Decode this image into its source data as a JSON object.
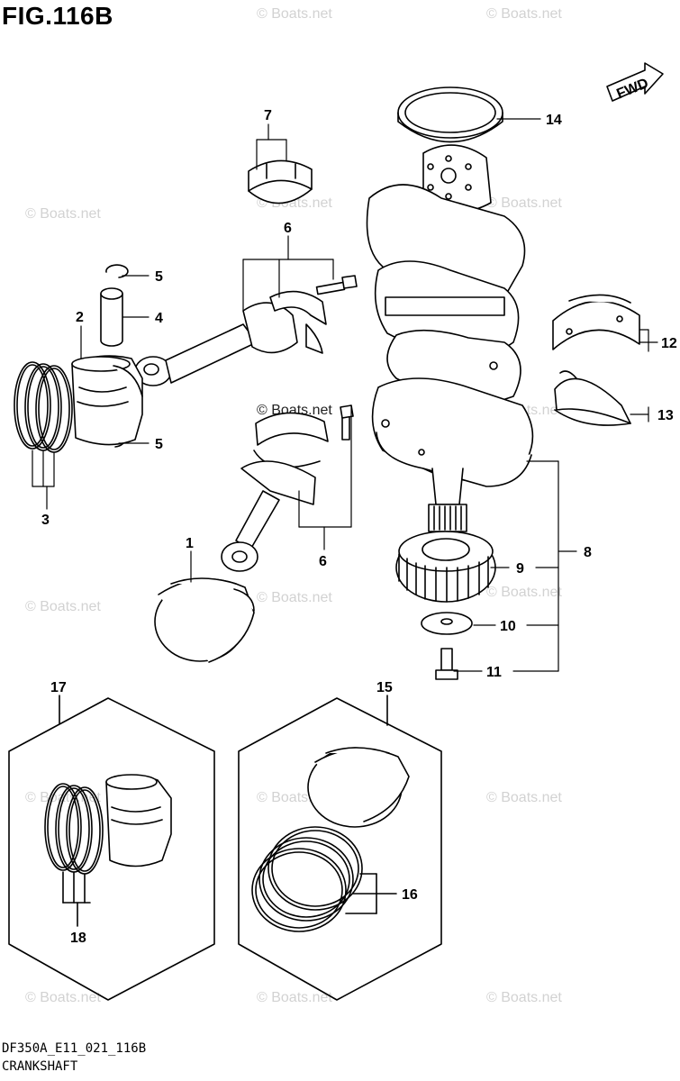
{
  "figure": {
    "title": "FIG.116B"
  },
  "footer": {
    "code": "DF350A_E11_021_116B",
    "name": "CRANKSHAFT"
  },
  "direction_tag": "FWD",
  "watermark": "© Boats.net",
  "callouts": {
    "n1": "1",
    "n2": "2",
    "n3": "3",
    "n4": "4",
    "n5a": "5",
    "n5b": "5",
    "n6a": "6",
    "n6b": "6",
    "n7": "7",
    "n8": "8",
    "n9": "9",
    "n10": "10",
    "n11": "11",
    "n12": "12",
    "n13": "13",
    "n14": "14",
    "n15": "15",
    "n16": "16",
    "n17": "17",
    "n18": "18"
  }
}
